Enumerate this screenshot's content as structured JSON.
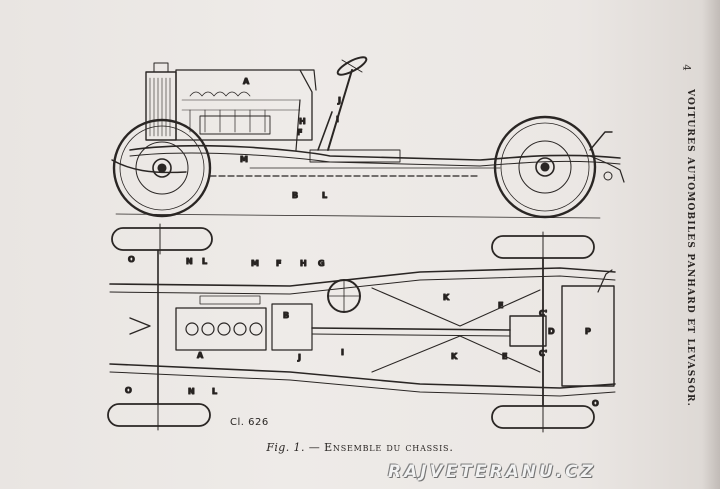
{
  "page": {
    "page_number": "4",
    "running_head": "VOITURES AUTOMOBILES PANHARD ET LEVASSOR.",
    "plate_number": "Cl. 626",
    "caption": {
      "prefix": "Fig. 1.",
      "dash": "—",
      "title": "Ensemble du chassis."
    },
    "watermark": "RAJVETERANU.CZ"
  },
  "drawing": {
    "side_view_labels": [
      "A",
      "H",
      "F",
      "J",
      "I",
      "M",
      "B",
      "L"
    ],
    "plan_view_labels": [
      "O",
      "N",
      "L",
      "M",
      "F",
      "H",
      "G",
      "K",
      "E",
      "C'",
      "D",
      "P",
      "B",
      "A",
      "J",
      "I",
      "K",
      "E",
      "C'",
      "O",
      "N",
      "L",
      "O"
    ]
  },
  "colors": {
    "paper": "#ece8e5",
    "ink": "#2a2624"
  }
}
